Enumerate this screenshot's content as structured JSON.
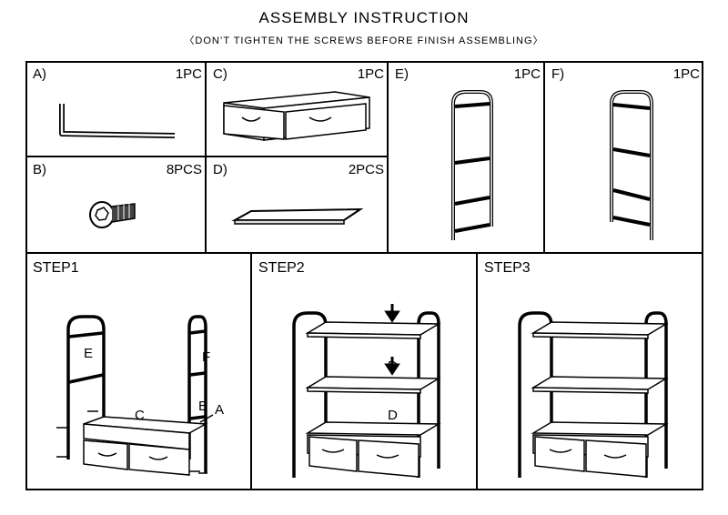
{
  "header": {
    "title": "ASSEMBLY INSTRUCTION",
    "subtitle": "〈DON’T TIGHTEN THE SCREWS BEFORE FINISH ASSEMBLING〉"
  },
  "parts": [
    {
      "label": "A)",
      "qty": "1PC"
    },
    {
      "label": "B)",
      "qty": "8PCS"
    },
    {
      "label": "C)",
      "qty": "1PC"
    },
    {
      "label": "D)",
      "qty": "2PCS"
    },
    {
      "label": "E)",
      "qty": "1PC"
    },
    {
      "label": "F)",
      "qty": "1PC"
    }
  ],
  "steps": [
    {
      "title": "STEP1",
      "part_labels": [
        "E",
        "F",
        "C",
        "B",
        "A"
      ]
    },
    {
      "title": "STEP2",
      "part_labels": [
        "D",
        "D"
      ]
    },
    {
      "title": "STEP3"
    }
  ]
}
